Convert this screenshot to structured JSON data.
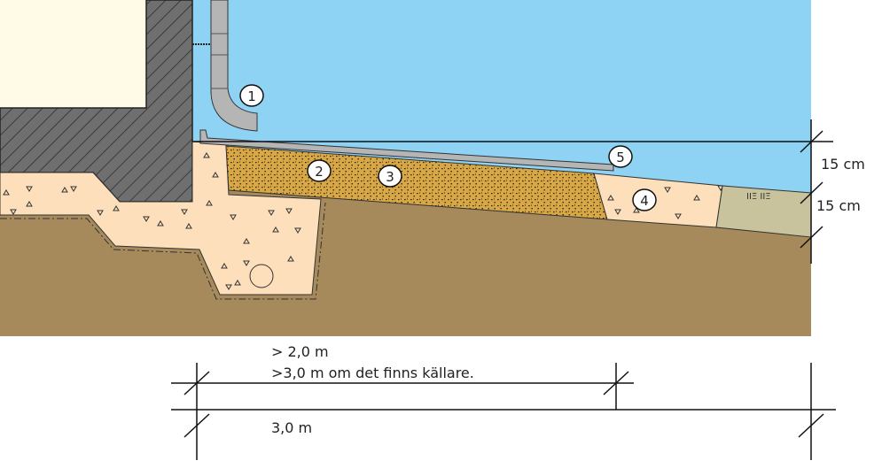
{
  "colors": {
    "sky": "#8ed3f4",
    "interior": "#fffbe6",
    "wall": "#6f6f6f",
    "sand_fill": "#fde0bb",
    "gravel": "#d8a846",
    "ground": "#a68a5b",
    "grass": "#c8c39c",
    "slab": "#b5b5b5"
  },
  "callouts": [
    "1",
    "2",
    "3",
    "4",
    "5"
  ],
  "dimensions": {
    "height_top": "15 cm",
    "height_bottom": "15 cm",
    "width_min": "> 2,0 m",
    "width_basement": ">3,0 m om det finns källare.",
    "width_total": "3,0 m"
  }
}
